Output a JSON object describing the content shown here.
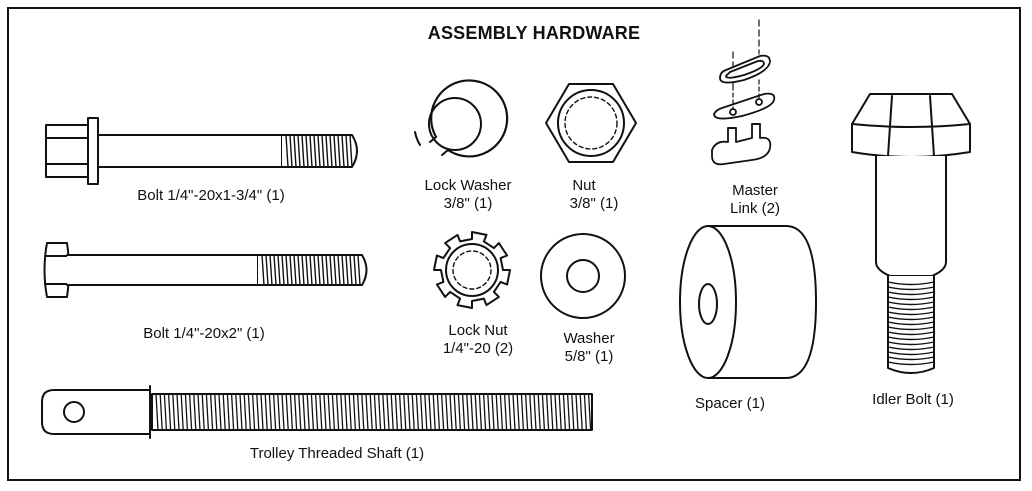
{
  "title": "ASSEMBLY HARDWARE",
  "parts": {
    "bolt_flange": "Bolt 1/4\"-20x1-3/4\" (1)",
    "bolt_hex": "Bolt 1/4\"-20x2\" (1)",
    "trolley_shaft": "Trolley Threaded Shaft (1)",
    "lock_washer": {
      "line1": "Lock Washer",
      "line2": "3/8\" (1)"
    },
    "nut": {
      "line1": "Nut",
      "line2": "3/8\" (1)"
    },
    "master_link": {
      "line1": "Master",
      "line2": "Link (2)"
    },
    "lock_nut": {
      "line1": "Lock Nut",
      "line2": "1/4\"-20 (2)"
    },
    "washer": {
      "line1": "Washer",
      "line2": "5/8\" (1)"
    },
    "spacer": "Spacer (1)",
    "idler_bolt": "Idler Bolt (1)"
  },
  "colors": {
    "line": "#111111",
    "background": "#ffffff"
  }
}
